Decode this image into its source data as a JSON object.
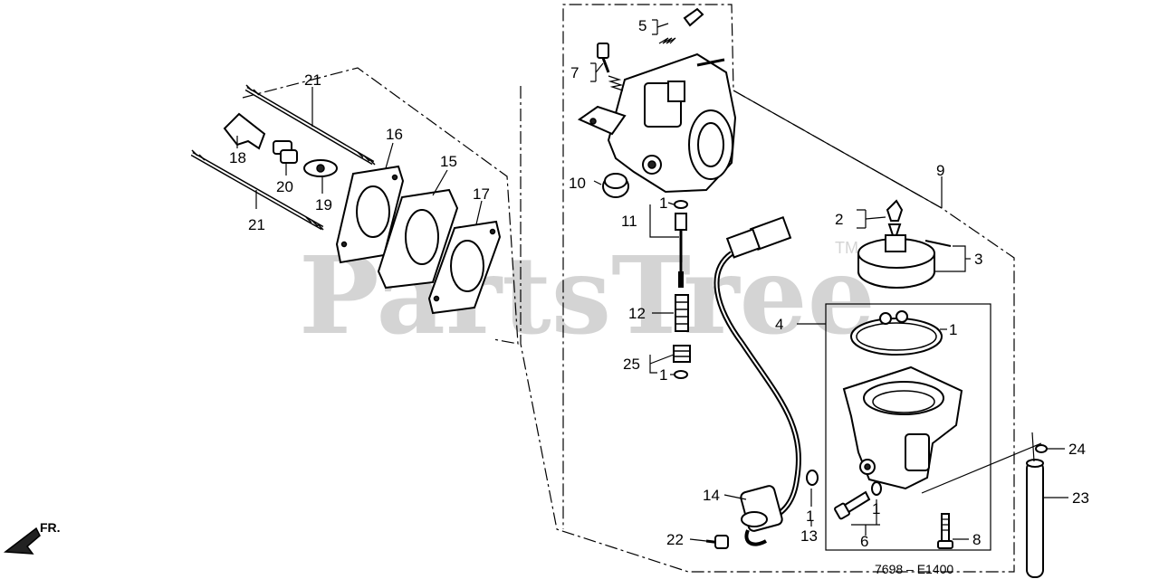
{
  "diagram": {
    "watermark": "PartsTree",
    "trademark": "TM",
    "direction_label": "FR.",
    "figure_code": "7698 – E1400",
    "callouts": {
      "c1a": "1",
      "c1b": "1",
      "c1c": "1",
      "c1d": "1",
      "c1e": "1",
      "c2": "2",
      "c3": "3",
      "c4": "4",
      "c5": "5",
      "c6": "6",
      "c7": "7",
      "c8": "8",
      "c9": "9",
      "c10": "10",
      "c11": "11",
      "c12": "12",
      "c13": "13",
      "c14": "14",
      "c15": "15",
      "c16": "16",
      "c17": "17",
      "c18": "18",
      "c19": "19",
      "c20": "20",
      "c21a": "21",
      "c21b": "21",
      "c22": "22",
      "c23": "23",
      "c24": "24",
      "c25": "25"
    }
  }
}
